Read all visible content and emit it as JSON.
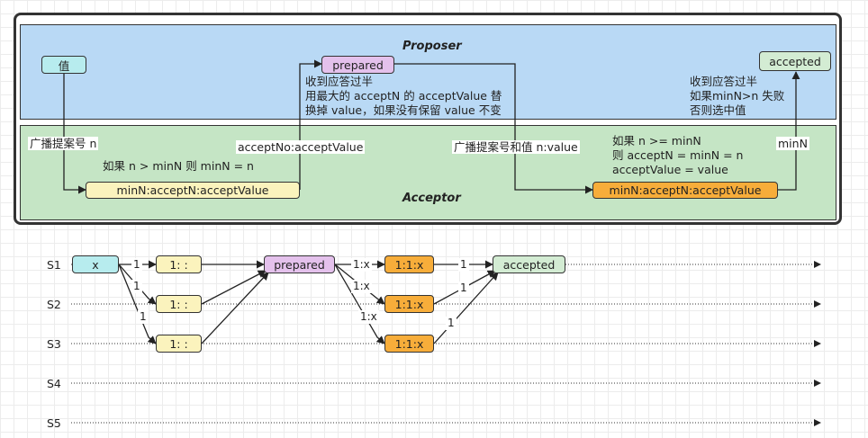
{
  "top": {
    "proposer": {
      "title": "Proposer",
      "node_value": "值",
      "node_prepared": "prepared",
      "node_accepted": "accepted",
      "note_prepared": [
        "收到应答过半",
        "用最大的 acceptN 的 acceptValue 替",
        "换掉 value，如果没有保留 value 不变"
      ],
      "note_accepted": [
        "收到应答过半",
        "如果minN>n 失败",
        "否则选中值"
      ]
    },
    "acceptor": {
      "title": "Acceptor",
      "node_state_1": "minN:acceptN:acceptValue",
      "node_state_2": "minN:acceptN:acceptValue",
      "label_broadcast_n": "广播提案号 n",
      "note_prepare_rule": "如果 n > minN 则 minN = n",
      "label_reply_prepare": "acceptNo:acceptValue",
      "label_broadcast_nv": "广播提案号和值 n:value",
      "note_accept_rule": [
        "如果 n >= minN",
        "则 acceptN = minN = n",
        "acceptValue = value"
      ],
      "label_reply_accept": "minN"
    }
  },
  "timeline": {
    "rows": [
      "S1",
      "S2",
      "S3",
      "S4",
      "S5"
    ],
    "node_x": "x",
    "node_state_a": [
      "1: :",
      "1: :",
      "1: :"
    ],
    "node_prepared": "prepared",
    "node_state_b": [
      "1:1:x",
      "1:1:x",
      "1:1:x"
    ],
    "node_accepted": "accepted",
    "edge_prepare": [
      "1",
      "1",
      "1"
    ],
    "edge_accept": [
      "1:x",
      "1:x",
      "1:x"
    ],
    "edge_accept_reply": [
      "1",
      "1",
      "1"
    ]
  },
  "colors": {
    "proposer_bg": "#b9d9f5",
    "acceptor_bg": "#c5e5c5",
    "cyan": "#b7ecee",
    "purple": "#e4c1ec",
    "green": "#d3ecd3",
    "yellow": "#fbf3bd",
    "orange": "#f7ad3a"
  }
}
